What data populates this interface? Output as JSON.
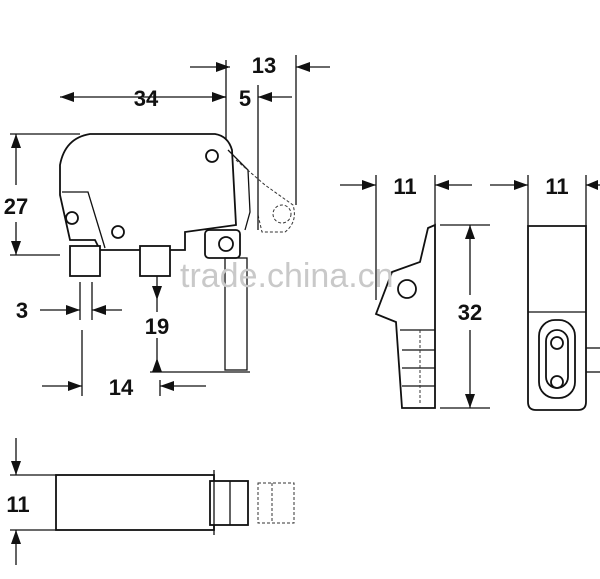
{
  "dimensions": {
    "d13": "13",
    "d34": "34",
    "d5": "5",
    "d27": "27",
    "d3": "3",
    "d19": "19",
    "d14": "14",
    "d11_side": "11",
    "d11_back": "11",
    "d32": "32",
    "d11_bottom": "11"
  },
  "watermark": "trade.china.cn",
  "colors": {
    "line": "#111111",
    "watermark": "#c9c9c9",
    "background": "#ffffff"
  }
}
